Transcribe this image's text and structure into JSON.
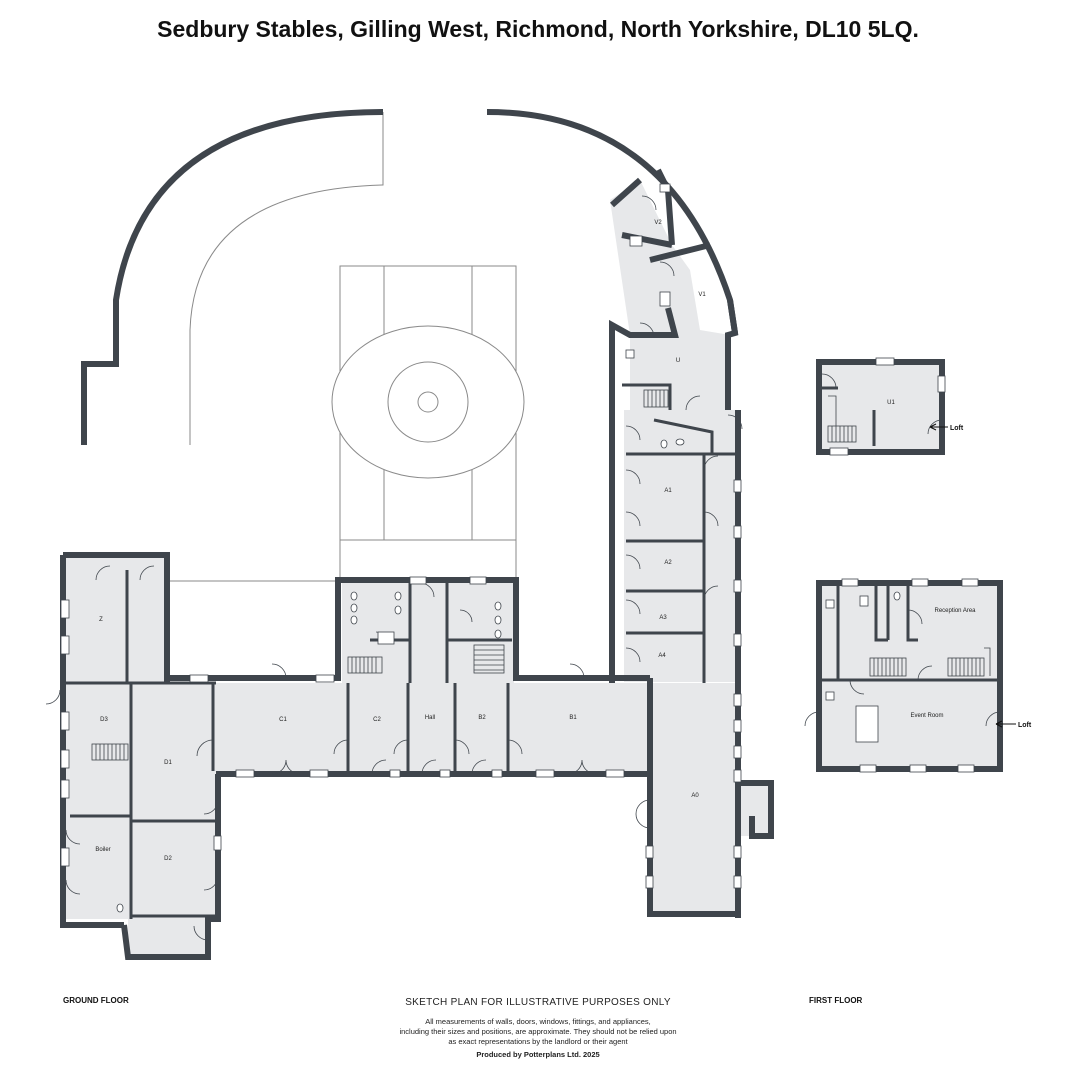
{
  "title": "Sedbury Stables, Gilling West, Richmond, North Yorkshire, DL10 5LQ.",
  "colors": {
    "wall": "#3f454c",
    "floor": "#e7e8ea",
    "outline": "#8a8a8a"
  },
  "floors": {
    "ground": "GROUND FLOOR",
    "first": "FIRST FLOOR"
  },
  "rooms": {
    "v2": "V2",
    "v1": "V1",
    "u": "U",
    "a1": "A1",
    "a2": "A2",
    "a3": "A3",
    "a4": "A4",
    "z": "Z",
    "d3": "D3",
    "d1": "D1",
    "c1": "C1",
    "c2": "C2",
    "hall": "Hall",
    "b2": "B2",
    "b1": "B1",
    "a0": "A0",
    "boiler": "Boiler",
    "d2": "D2",
    "u1": "U1",
    "reception": "Reception Area",
    "event": "Event Room"
  },
  "loft_labels": {
    "upper": "Loft",
    "lower": "Loft"
  },
  "disclaimer": {
    "title": "SKETCH PLAN FOR ILLUSTRATIVE PURPOSES ONLY",
    "line1": "All measurements of walls, doors, windows, fittings, and appliances,",
    "line2": "including their sizes and positions, are approximate. They should not be relied upon",
    "line3": "as exact representations by the landlord or their agent",
    "producer": "Produced by Potterplans Ltd. 2025"
  }
}
